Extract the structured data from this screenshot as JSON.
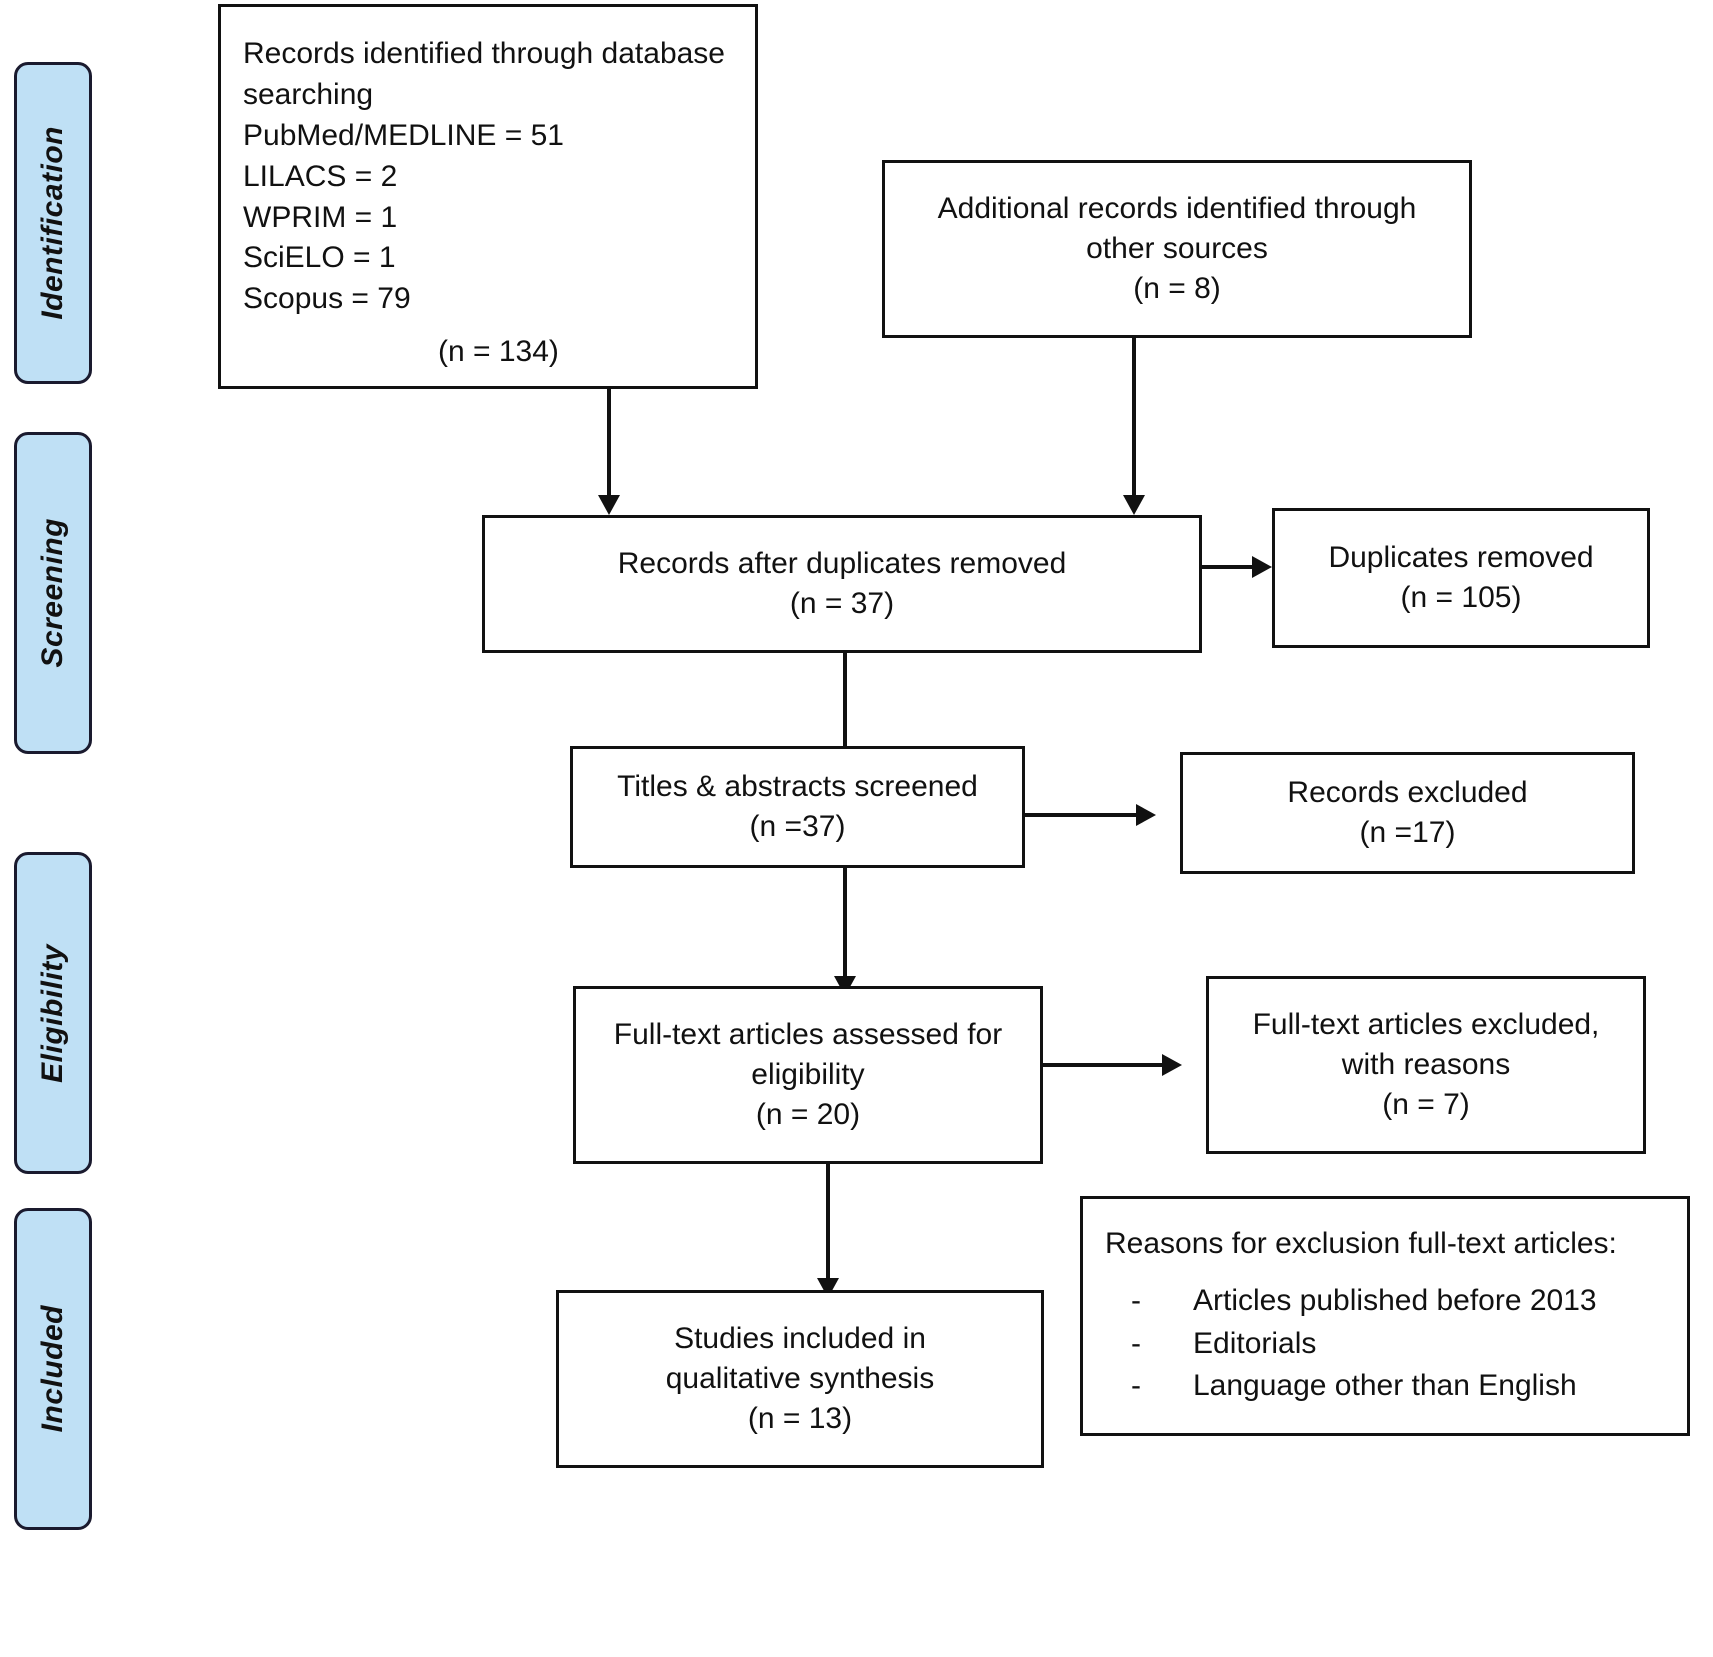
{
  "figure": {
    "type": "prisma-flow-diagram",
    "accent_color": "#bfe0f5",
    "line_color": "#111111"
  },
  "stages": [
    {
      "label": "Identification"
    },
    {
      "label": "Screening"
    },
    {
      "label": "Eligibility"
    },
    {
      "label": "Included"
    }
  ],
  "boxes": {
    "database_search": {
      "title_line1": "Records identified through database",
      "title_line2": "searching",
      "sources": [
        "PubMed/MEDLINE = 51",
        "LILACS = 2",
        "WPRIM = 1",
        "SciELO = 1",
        "Scopus = 79"
      ],
      "total": "(n = 134)"
    },
    "other_sources": {
      "line1": "Additional records identified through",
      "line2": "other sources",
      "count": "(n = 8)"
    },
    "after_duplicates": {
      "line1": "Records after duplicates removed",
      "count": "(n = 37)"
    },
    "duplicates_removed": {
      "line1": "Duplicates removed",
      "count": "(n = 105)"
    },
    "titles_screened": {
      "line1": "Titles & abstracts screened",
      "count": "(n =37)"
    },
    "records_excluded": {
      "line1": "Records excluded",
      "count": "(n =17)"
    },
    "fulltext_assessed": {
      "line1": "Full-text articles assessed for",
      "line2": "eligibility",
      "count": "(n = 20)"
    },
    "fulltext_excluded": {
      "line1": "Full-text articles excluded,",
      "line2": "with reasons",
      "count": "(n = 7)"
    },
    "reasons": {
      "title": "Reasons for exclusion full-text articles:",
      "bullet": "-",
      "items": [
        "Articles published before 2013",
        "Editorials",
        "Language other than English"
      ]
    },
    "studies_included": {
      "line1": "Studies included in",
      "line2": "qualitative synthesis",
      "count": "(n = 13)"
    }
  },
  "chart_data": {
    "type": "diagram",
    "title": "PRISMA flow diagram of study selection",
    "nodes": [
      {
        "id": "database_search",
        "stage": "Identification",
        "label": "Records identified through database searching",
        "n": 134,
        "breakdown": {
          "PubMed/MEDLINE": 51,
          "LILACS": 2,
          "WPRIM": 1,
          "SciELO": 1,
          "Scopus": 79
        }
      },
      {
        "id": "other_sources",
        "stage": "Identification",
        "label": "Additional records identified through other sources",
        "n": 8
      },
      {
        "id": "after_duplicates",
        "stage": "Screening",
        "label": "Records after duplicates removed",
        "n": 37
      },
      {
        "id": "duplicates_removed",
        "stage": "Screening",
        "label": "Duplicates removed",
        "n": 105
      },
      {
        "id": "titles_screened",
        "stage": "Screening",
        "label": "Titles & abstracts screened",
        "n": 37
      },
      {
        "id": "records_excluded",
        "stage": "Screening",
        "label": "Records excluded",
        "n": 17
      },
      {
        "id": "fulltext_assessed",
        "stage": "Eligibility",
        "label": "Full-text articles assessed for eligibility",
        "n": 20
      },
      {
        "id": "fulltext_excluded",
        "stage": "Eligibility",
        "label": "Full-text articles excluded, with reasons",
        "n": 7
      },
      {
        "id": "studies_included",
        "stage": "Included",
        "label": "Studies included in qualitative synthesis",
        "n": 13
      }
    ],
    "edges": [
      {
        "from": "database_search",
        "to": "after_duplicates"
      },
      {
        "from": "other_sources",
        "to": "after_duplicates"
      },
      {
        "from": "after_duplicates",
        "to": "duplicates_removed"
      },
      {
        "from": "after_duplicates",
        "to": "titles_screened"
      },
      {
        "from": "titles_screened",
        "to": "records_excluded"
      },
      {
        "from": "titles_screened",
        "to": "fulltext_assessed"
      },
      {
        "from": "fulltext_assessed",
        "to": "fulltext_excluded"
      },
      {
        "from": "fulltext_assessed",
        "to": "studies_included"
      }
    ]
  }
}
